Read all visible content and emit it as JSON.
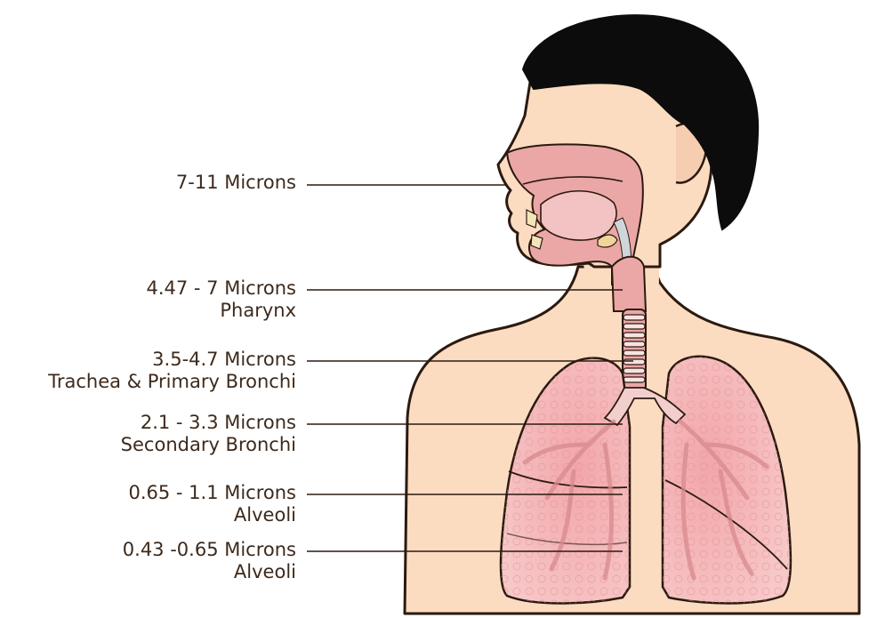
{
  "labels": [
    {
      "size": "7-11 Microns",
      "region": ""
    },
    {
      "size": "4.47 - 7 Microns",
      "region": "Pharynx"
    },
    {
      "size": "3.5-4.7 Microns",
      "region": "Trachea & Primary Bronchi"
    },
    {
      "size": "2.1 - 3.3 Microns",
      "region": "Secondary Bronchi"
    },
    {
      "size": "0.65 - 1.1 Microns",
      "region": "Alveoli"
    },
    {
      "size": "0.43 -0.65 Microns",
      "region": "Alveoli"
    }
  ],
  "colors": {
    "skin": "#fcdcc0",
    "outline": "#2b1a10",
    "hair": "#0c0c0c",
    "lung": "#f3b4b6",
    "airway": "#eba7a6",
    "text": "#3d2a1c",
    "leader": "#2b1a10"
  }
}
